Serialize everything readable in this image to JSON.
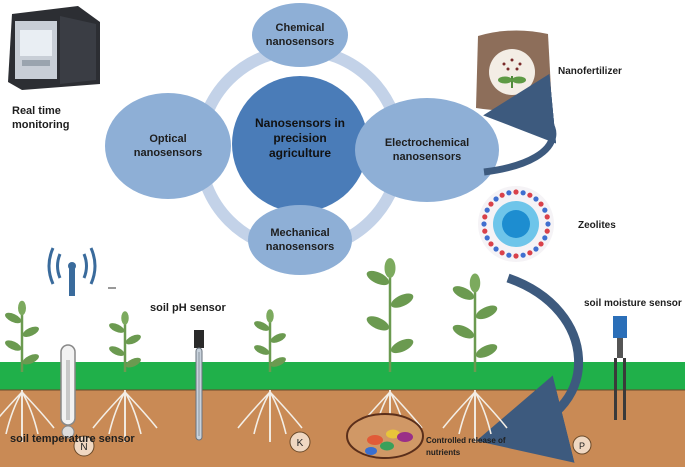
{
  "center": {
    "line1": "Nanosensors  in",
    "line2": "precision",
    "line3": "agriculture"
  },
  "nodes": {
    "chemical": {
      "line1": "Chemical",
      "line2": "nanosensors"
    },
    "optical": {
      "line1": "Optical",
      "line2": "nanosensors"
    },
    "electrochemical": {
      "line1": "Electrochemical",
      "line2": "nanosensors"
    },
    "mechanical": {
      "line1": "Mechanical",
      "line2": "nanosensors"
    }
  },
  "labels": {
    "realtime_line1": "Real time",
    "realtime_line2": "monitoring",
    "nanofertilizer": "Nanofertilizer",
    "zeolites": "Zeolites",
    "soil_ph": "soil pH sensor",
    "soil_moisture": "soil moisture sensor",
    "soil_temperature": "soil temperature  sensor",
    "controlled_line1": "Controlled release of",
    "controlled_line2": "nutrients"
  },
  "nutrients": {
    "n": "N",
    "k": "K",
    "p": "P"
  },
  "colors": {
    "node_fill": "#8eafd6",
    "center_fill": "#4a7cb8",
    "ring": "#c3d2e8",
    "grass": "#20b04a",
    "soil": "#c98a55",
    "arrow": "#3d5a7e",
    "leaf": "#6b9a50"
  },
  "icons": [
    "monitor-device-icon",
    "fertilizer-bag-icon",
    "zeolite-icon",
    "wifi-antenna-icon",
    "thermometer-icon",
    "ph-probe-icon",
    "moisture-probe-icon",
    "plant-icon"
  ]
}
